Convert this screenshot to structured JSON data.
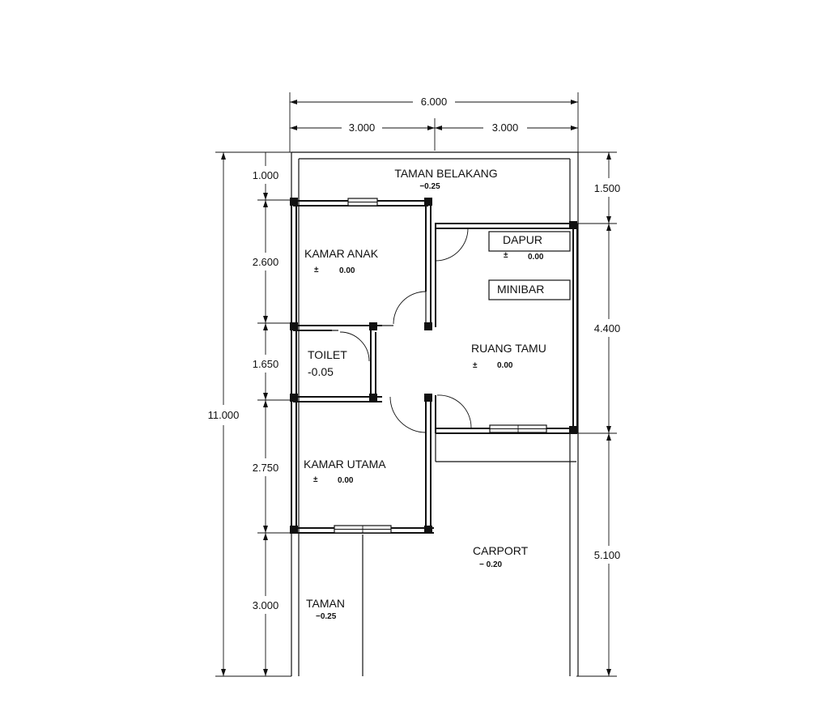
{
  "dimensions": {
    "top_total": "6.000",
    "top_left": "3.000",
    "top_right": "3.000",
    "left_total": "11.000",
    "left_1": "1.000",
    "left_2": "2.600",
    "left_3": "1.650",
    "left_4": "2.750",
    "left_5": "3.000",
    "right_1": "1.500",
    "right_2": "4.400",
    "right_3": "5.100"
  },
  "rooms": {
    "taman_belakang": {
      "name": "TAMAN BELAKANG",
      "level": "−0.25"
    },
    "kamar_anak": {
      "name": "KAMAR ANAK",
      "pm": "±",
      "level": "0.00"
    },
    "dapur": {
      "name": "DAPUR",
      "pm": "±",
      "level": "0.00"
    },
    "minibar": {
      "name": "MINIBAR"
    },
    "ruang_tamu": {
      "name": "RUANG TAMU",
      "pm": "±",
      "level": "0.00"
    },
    "toilet": {
      "name": "TOILET",
      "level": "-0.05"
    },
    "kamar_utama": {
      "name": "KAMAR UTAMA",
      "pm": "±",
      "level": "0.00"
    },
    "carport": {
      "name": "CARPORT",
      "level": "−  0.20"
    },
    "taman": {
      "name": "TAMAN",
      "level": "−0.25"
    }
  }
}
